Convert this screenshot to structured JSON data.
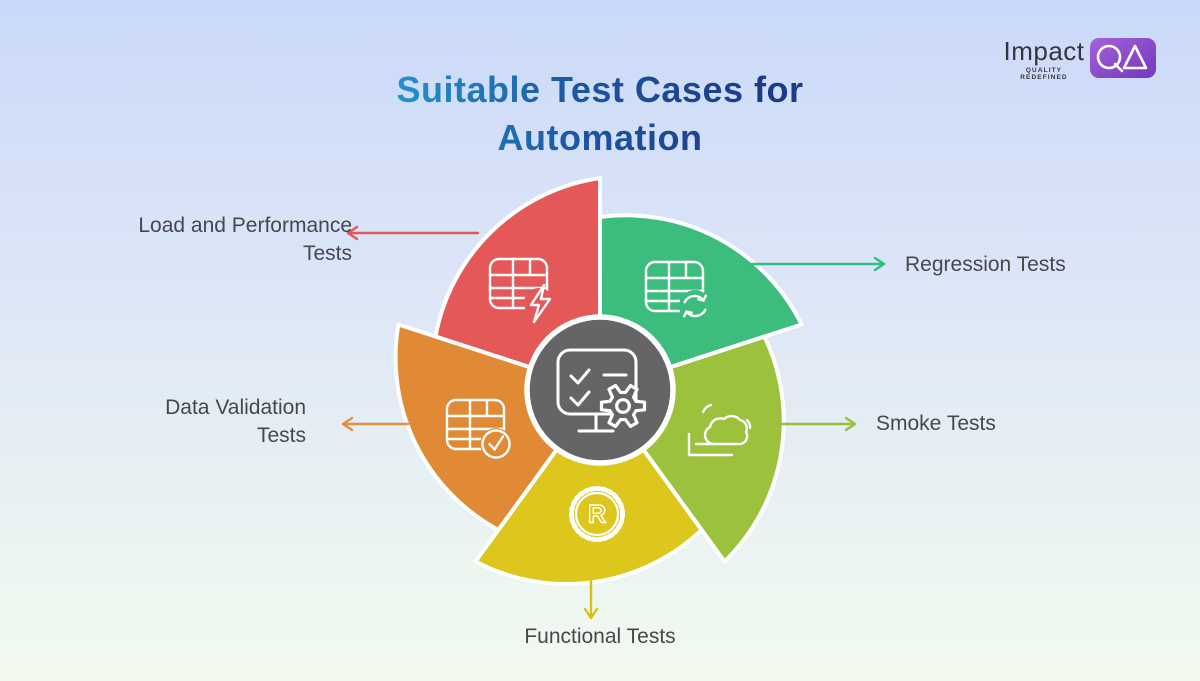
{
  "title": {
    "text": "Suitable Test Cases for\nAutomation"
  },
  "logo": {
    "brand": "Impact",
    "tagline": "QUALITY REDEFINED",
    "badge_letters": "QA",
    "badge_gradient_start": "#a463d8",
    "badge_gradient_end": "#7436bd"
  },
  "theme": {
    "background_top": "#cad9f9",
    "background_bottom": "#f2faef",
    "title_gradient_start": "#2492cd",
    "title_gradient_end": "#1d3a8a",
    "label_color": "#47474f",
    "center_circle_color": "#656567",
    "petal_gap_color": "#ffffff"
  },
  "center": {
    "icon": "automation-checklist-gear-icon",
    "color": "#656567"
  },
  "segments": [
    {
      "id": "load-performance",
      "label": "Load and Performance\nTests",
      "color": "#e45858",
      "arrow_color": "#df5a58",
      "icon": "table-lightning-icon",
      "arrow_direction": "left"
    },
    {
      "id": "regression",
      "label": "Regression Tests",
      "color": "#3cbd7e",
      "arrow_color": "#2fbf81",
      "icon": "table-refresh-icon",
      "arrow_direction": "right"
    },
    {
      "id": "smoke",
      "label": "Smoke Tests",
      "color": "#9cc13d",
      "arrow_color": "#97be3b",
      "icon": "smoke-cloud-icon",
      "arrow_direction": "right"
    },
    {
      "id": "functional",
      "label": "Functional Tests",
      "color": "#ddc71d",
      "arrow_color": "#d6c214",
      "icon": "r-gear-icon",
      "arrow_direction": "down"
    },
    {
      "id": "data-validation",
      "label": "Data Validation\nTests",
      "color": "#e08a35",
      "arrow_color": "#e0913f",
      "icon": "table-check-icon",
      "arrow_direction": "left"
    }
  ]
}
